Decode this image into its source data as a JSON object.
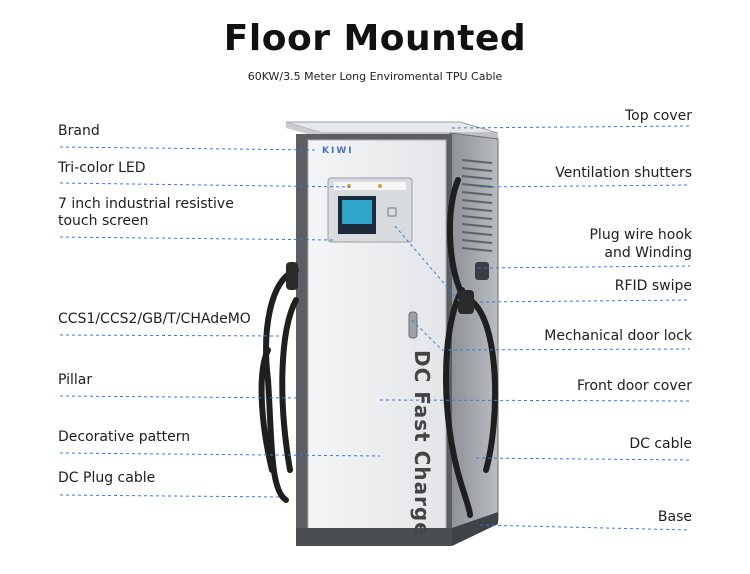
{
  "header": {
    "title": "Floor Mounted",
    "subtitle": "60KW/3.5 Meter Long Enviromental TPU Cable"
  },
  "product": {
    "brand_text": "KIWI",
    "side_text": "DC Fast Charge"
  },
  "labels_left": [
    {
      "id": "brand",
      "text": "Brand"
    },
    {
      "id": "tri-color-led",
      "text": "Tri-color LED"
    },
    {
      "id": "touch-screen-1",
      "text": "7 inch industrial resistive"
    },
    {
      "id": "touch-screen-2",
      "text": "touch screen"
    },
    {
      "id": "connectors",
      "text": "CCS1/CCS2/GB/T/CHAdeMO"
    },
    {
      "id": "pillar",
      "text": "Pillar"
    },
    {
      "id": "decorative-pattern",
      "text": "Decorative pattern"
    },
    {
      "id": "dc-plug-cable",
      "text": "DC Plug cable"
    }
  ],
  "labels_right": [
    {
      "id": "top-cover",
      "text": "Top cover"
    },
    {
      "id": "ventilation-shutters",
      "text": "Ventilation shutters"
    },
    {
      "id": "plug-wire-hook-1",
      "text": "Plug wire hook"
    },
    {
      "id": "plug-wire-hook-2",
      "text": "and Winding"
    },
    {
      "id": "rfid-swipe",
      "text": "RFID swipe"
    },
    {
      "id": "mechanical-door-lock",
      "text": "Mechanical door lock"
    },
    {
      "id": "front-door-cover",
      "text": "Front door cover"
    },
    {
      "id": "dc-cable",
      "text": "DC cable"
    },
    {
      "id": "base",
      "text": "Base"
    }
  ],
  "colors": {
    "leader_line": "#3a78d8",
    "cabinet_frame": "#5b5e63",
    "cabinet_face": "#eef0f2",
    "cable": "#222222"
  }
}
